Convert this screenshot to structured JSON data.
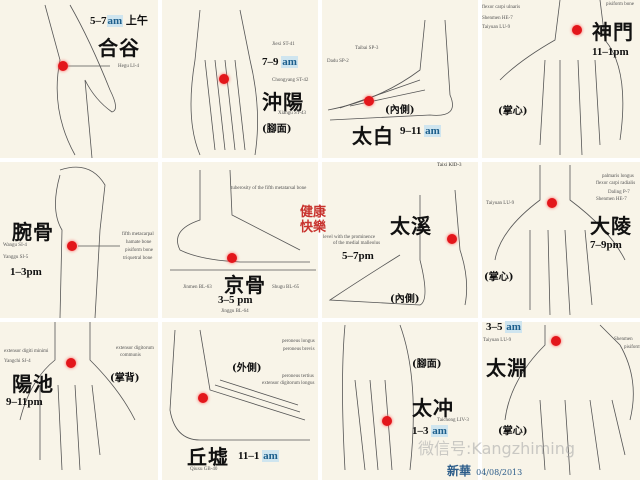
{
  "accent_color": "#e3161b",
  "am_color": "#1d5f8c",
  "panels": [
    {
      "name": "合谷",
      "time": "5–7",
      "unit": "am",
      "extra": "上午",
      "labels": [
        "Hegu LI-4"
      ]
    },
    {
      "name": "沖陽",
      "time": "7–9",
      "unit": "am",
      "view": "(腳面)",
      "labels": [
        "Jiexi ST-41",
        "Chongyang ST-42",
        "Xiangu ST-43"
      ]
    },
    {
      "name": "太白",
      "time": "9–11",
      "unit": "am",
      "view": "(內側)",
      "labels": [
        "Taibai SP-3",
        "Dadu SP-2"
      ]
    },
    {
      "name": "神門",
      "time": "11–1pm",
      "view": "(掌心)",
      "labels": [
        "flexor carpi ulnaris",
        "Shenmen HE-7",
        "Taiyuan LU-9",
        "pisiform bone"
      ]
    },
    {
      "name": "腕骨",
      "time": "1–3pm",
      "labels": [
        "Wangu SI-4",
        "Yanggu SI-5",
        "fifth metacarpal",
        "hamate bone",
        "pisiform bone",
        "triquetral bone"
      ]
    },
    {
      "name": "京骨",
      "time": "3–5 pm",
      "labels": [
        "tuberosity of the fifth metatarsal bone",
        "Jinmen BL-63",
        "Shugu BL-65",
        "Jinggu BL-64"
      ]
    },
    {
      "name": "太溪",
      "time": "5–7pm",
      "view": "(內側)",
      "labels": [
        "Taixi KID-3",
        "level with the prominence",
        "of the medial malleolus"
      ]
    },
    {
      "name": "大陵",
      "time": "7–9pm",
      "view": "(掌心)",
      "labels": [
        "palmaris longus",
        "flexor carpi radialis",
        "Daling P-7",
        "Shenmen HE-7",
        "Taiyuan LU-9"
      ]
    },
    {
      "name": "陽池",
      "time": "9–11pm",
      "view": "(掌背)",
      "labels": [
        "extensor digiti minimi",
        "extensor digitorum",
        "communis",
        "Yangchi SJ-4"
      ]
    },
    {
      "name": "丘墟",
      "time": "11–1",
      "unit": "am",
      "view": "(外側)",
      "labels": [
        "peroneus longus",
        "peroneus brevis",
        "peroneus tertius",
        "extensor digitorum longus",
        "Qiuxu GB-40"
      ]
    },
    {
      "name": "太冲",
      "time": "1–3",
      "unit": "am",
      "view": "(腳面)",
      "labels": [
        "Taichong LIV-3"
      ]
    },
    {
      "name": "太淵",
      "time": "3–5",
      "unit": "am",
      "view": "(掌心)",
      "labels": [
        "Taiyuan LU-9",
        "Shenmen",
        "pisiform"
      ]
    }
  ],
  "center_text": [
    "健康",
    "快樂"
  ],
  "watermark": "微信号:Kangzhiming",
  "signature": "新華",
  "date": "04/08/2013"
}
